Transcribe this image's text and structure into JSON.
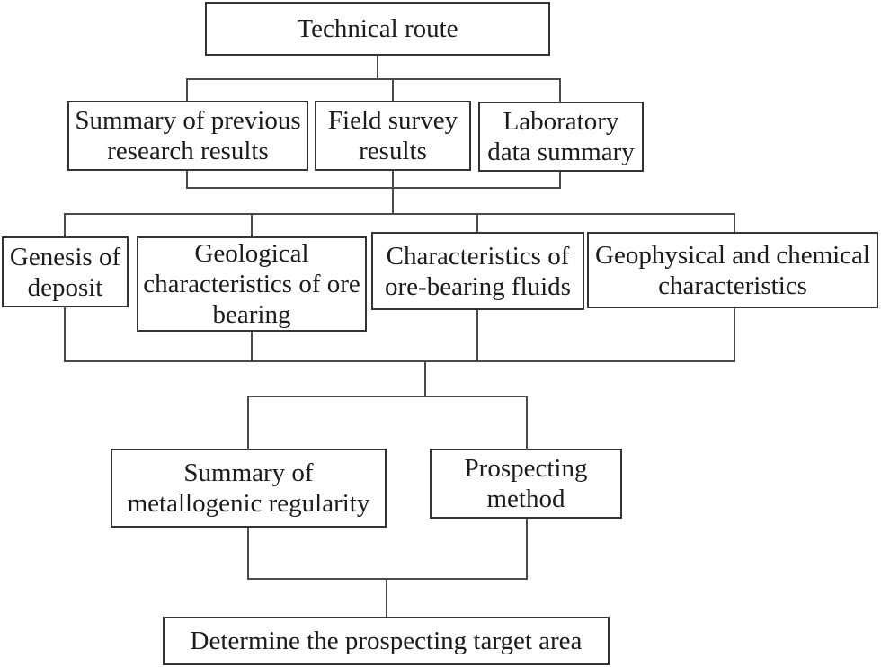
{
  "flowchart": {
    "root": {
      "label": "Technical route"
    },
    "level2": [
      {
        "label": "Summary of previous\nresearch results"
      },
      {
        "label": "Field survey\nresults"
      },
      {
        "label": "Laboratory\ndata summary"
      }
    ],
    "level3": [
      {
        "label": "Genesis of\ndeposit"
      },
      {
        "label": "Geological\ncharacteristics of ore\nbearing"
      },
      {
        "label": "Characteristics of\nore-bearing fluids"
      },
      {
        "label": "Geophysical and chemical\ncharacteristics"
      }
    ],
    "level4": [
      {
        "label": "Summary of\nmetallogenic regularity"
      },
      {
        "label": "Prospecting\nmethod"
      }
    ],
    "final": {
      "label": "Determine the prospecting target area"
    }
  },
  "colors": {
    "background": "#ffffff",
    "box_border": "#343434",
    "connector": "#4a4a4a",
    "text": "#1c1c1c"
  }
}
